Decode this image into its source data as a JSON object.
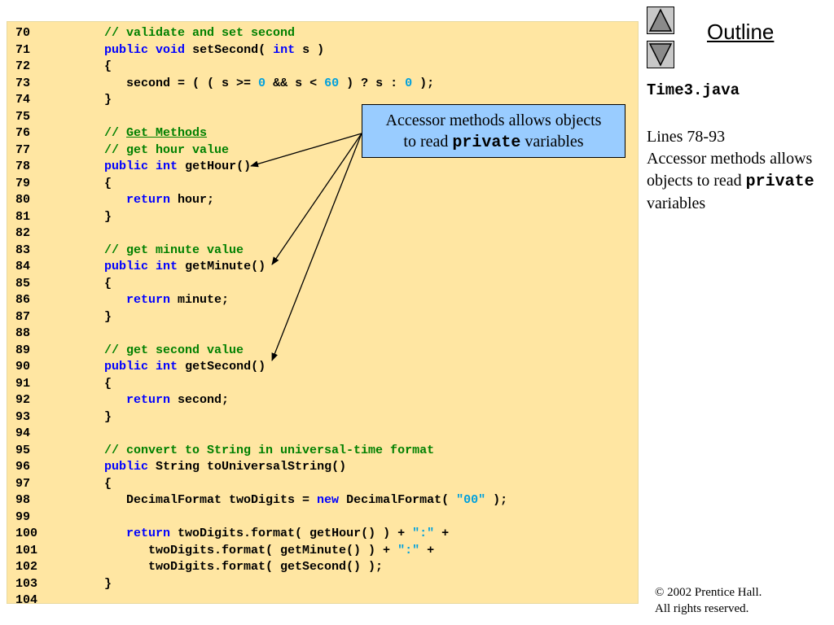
{
  "outline": {
    "title": "Outline",
    "up_icon": "triangle-up-icon",
    "down_icon": "triangle-down-icon"
  },
  "file_name": "Time3.java",
  "side_note": {
    "lines_ref": "Lines 78-93",
    "text_before": "Accessor methods allows objects to read",
    "code_word": "private",
    "text_after": "variables"
  },
  "callout": {
    "line1": "Accessor methods allows objects",
    "prefix": "to read",
    "code_word": "private",
    "suffix": "variables"
  },
  "copyright": {
    "line1": "© 2002 Prentice Hall.",
    "line2": "All rights reserved."
  },
  "colors": {
    "panel_bg": "#ffe6a2",
    "comment": "#008000",
    "keyword": "#0000ff",
    "literal": "#00a0dd",
    "callout_bg": "#99ccff"
  },
  "code_lines": [
    {
      "n": "70",
      "tokens": [
        {
          "t": "   // validate and set second",
          "c": "cm"
        }
      ]
    },
    {
      "n": "71",
      "tokens": [
        {
          "t": "   "
        },
        {
          "t": "public",
          "c": "kw"
        },
        {
          "t": " "
        },
        {
          "t": "void",
          "c": "kw"
        },
        {
          "t": " setSecond( "
        },
        {
          "t": "int",
          "c": "kw"
        },
        {
          "t": " s )"
        }
      ]
    },
    {
      "n": "72",
      "tokens": [
        {
          "t": "   {"
        }
      ]
    },
    {
      "n": "73",
      "tokens": [
        {
          "t": "      second = ( ( s >= "
        },
        {
          "t": "0",
          "c": "num"
        },
        {
          "t": " && s < "
        },
        {
          "t": "60",
          "c": "num"
        },
        {
          "t": " ) ? s : "
        },
        {
          "t": "0",
          "c": "num"
        },
        {
          "t": " );"
        }
      ]
    },
    {
      "n": "74",
      "tokens": [
        {
          "t": "   }"
        }
      ]
    },
    {
      "n": "75",
      "tokens": []
    },
    {
      "n": "76",
      "tokens": [
        {
          "t": "   // ",
          "c": "cm"
        },
        {
          "t": "Get Methods",
          "c": "cm ul"
        }
      ]
    },
    {
      "n": "77",
      "tokens": [
        {
          "t": "   // get hour value",
          "c": "cm"
        }
      ]
    },
    {
      "n": "78",
      "tokens": [
        {
          "t": "   "
        },
        {
          "t": "public",
          "c": "kw"
        },
        {
          "t": " "
        },
        {
          "t": "int",
          "c": "kw"
        },
        {
          "t": " getHour()"
        }
      ]
    },
    {
      "n": "79",
      "tokens": [
        {
          "t": "   {"
        }
      ]
    },
    {
      "n": "80",
      "tokens": [
        {
          "t": "      "
        },
        {
          "t": "return",
          "c": "kw"
        },
        {
          "t": " hour;"
        }
      ]
    },
    {
      "n": "81",
      "tokens": [
        {
          "t": "   }"
        }
      ]
    },
    {
      "n": "82",
      "tokens": []
    },
    {
      "n": "83",
      "tokens": [
        {
          "t": "   // get minute value",
          "c": "cm"
        }
      ]
    },
    {
      "n": "84",
      "tokens": [
        {
          "t": "   "
        },
        {
          "t": "public",
          "c": "kw"
        },
        {
          "t": " "
        },
        {
          "t": "int",
          "c": "kw"
        },
        {
          "t": " getMinute()"
        }
      ]
    },
    {
      "n": "85",
      "tokens": [
        {
          "t": "   {"
        }
      ]
    },
    {
      "n": "86",
      "tokens": [
        {
          "t": "      "
        },
        {
          "t": "return",
          "c": "kw"
        },
        {
          "t": " minute;"
        }
      ]
    },
    {
      "n": "87",
      "tokens": [
        {
          "t": "   }"
        }
      ]
    },
    {
      "n": "88",
      "tokens": []
    },
    {
      "n": "89",
      "tokens": [
        {
          "t": "   // get second value",
          "c": "cm"
        }
      ]
    },
    {
      "n": "90",
      "tokens": [
        {
          "t": "   "
        },
        {
          "t": "public",
          "c": "kw"
        },
        {
          "t": " "
        },
        {
          "t": "int",
          "c": "kw"
        },
        {
          "t": " getSecond()"
        }
      ]
    },
    {
      "n": "91",
      "tokens": [
        {
          "t": "   {"
        }
      ]
    },
    {
      "n": "92",
      "tokens": [
        {
          "t": "      "
        },
        {
          "t": "return",
          "c": "kw"
        },
        {
          "t": " second;"
        }
      ]
    },
    {
      "n": "93",
      "tokens": [
        {
          "t": "   }"
        }
      ]
    },
    {
      "n": "94",
      "tokens": []
    },
    {
      "n": "95",
      "tokens": [
        {
          "t": "   // convert to String in universal-time format",
          "c": "cm"
        }
      ]
    },
    {
      "n": "96",
      "tokens": [
        {
          "t": "   "
        },
        {
          "t": "public",
          "c": "kw"
        },
        {
          "t": " String toUniversalString()"
        }
      ]
    },
    {
      "n": "97",
      "tokens": [
        {
          "t": "   {"
        }
      ]
    },
    {
      "n": "98",
      "tokens": [
        {
          "t": "      DecimalFormat twoDigits = "
        },
        {
          "t": "new",
          "c": "kw"
        },
        {
          "t": " DecimalFormat( "
        },
        {
          "t": "\"00\"",
          "c": "str"
        },
        {
          "t": " );"
        }
      ]
    },
    {
      "n": "99",
      "tokens": []
    },
    {
      "n": "100",
      "tokens": [
        {
          "t": "      "
        },
        {
          "t": "return",
          "c": "kw"
        },
        {
          "t": " twoDigits.format( getHour() ) + "
        },
        {
          "t": "\":\"",
          "c": "str"
        },
        {
          "t": " +"
        }
      ]
    },
    {
      "n": "101",
      "tokens": [
        {
          "t": "         twoDigits.format( getMinute() ) + "
        },
        {
          "t": "\":\"",
          "c": "str"
        },
        {
          "t": " +"
        }
      ]
    },
    {
      "n": "102",
      "tokens": [
        {
          "t": "         twoDigits.format( getSecond() );"
        }
      ]
    },
    {
      "n": "103",
      "tokens": [
        {
          "t": "   }"
        }
      ]
    },
    {
      "n": "104",
      "tokens": []
    }
  ]
}
